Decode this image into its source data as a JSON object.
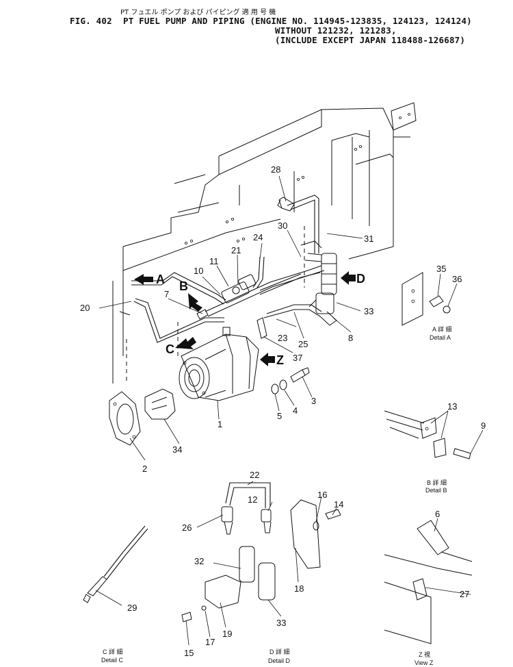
{
  "header": {
    "jp_line": "PT フュエル ポンプ および パイピング 適 用 号 機",
    "fig_no": "FIG. 402",
    "title_line1": "PT FUEL PUMP AND PIPING (ENGINE NO. 114945-123835, 124123, 124124)",
    "title_line2": "WITHOUT 121232, 121283,",
    "title_line3": "(INCLUDE EXCEPT JAPAN 118488-126687)"
  },
  "view_letters": {
    "a": "A",
    "b": "B",
    "c": "C",
    "d": "D",
    "z": "Z"
  },
  "callouts": {
    "p1": "1",
    "p2": "2",
    "p3": "3",
    "p4": "4",
    "p5": "5",
    "p6": "6",
    "p7": "7",
    "p8": "8",
    "p9": "9",
    "p10": "10",
    "p11": "11",
    "p12": "12",
    "p13": "13",
    "p14": "14",
    "p15": "15",
    "p16": "16",
    "p17": "17",
    "p18": "18",
    "p19": "19",
    "p20": "20",
    "p21": "21",
    "p22": "22",
    "p23": "23",
    "p24": "24",
    "p25": "25",
    "p26": "26",
    "p27": "27",
    "p28": "28",
    "p29": "29",
    "p30": "30",
    "p31": "31",
    "p32": "32",
    "p33a": "33",
    "p33b": "33",
    "p34": "34",
    "p35": "35",
    "p36": "36",
    "p37": "37"
  },
  "details": {
    "a_jp": "A 詳 細",
    "a_en": "Detail A",
    "b_jp": "B 詳 細",
    "b_en": "Detail B",
    "c_jp": "C 詳 細",
    "c_en": "Detail C",
    "d_jp": "D 詳 細",
    "d_en": "Detail D",
    "z_jp": "Z 視",
    "z_en": "View Z"
  }
}
